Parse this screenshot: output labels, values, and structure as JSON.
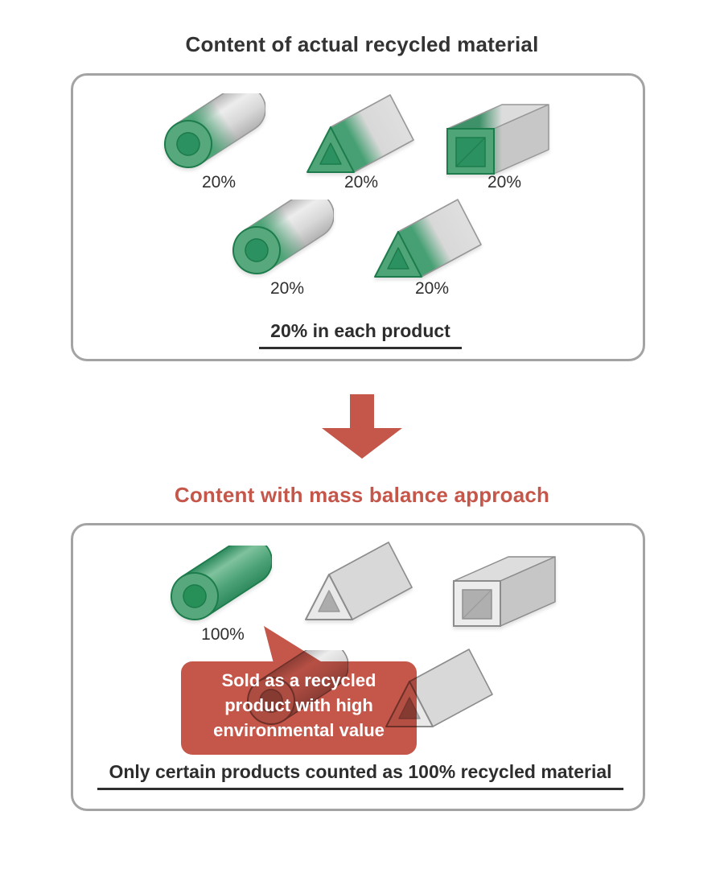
{
  "actual_section": {
    "title": "Content of actual recycled material",
    "items": [
      {
        "shape": "pipe-cylinder",
        "fill": "green-20",
        "label": "20%"
      },
      {
        "shape": "triangular-prism",
        "fill": "green-20",
        "label": "20%"
      },
      {
        "shape": "square-tube",
        "fill": "green-20",
        "label": "20%"
      },
      {
        "shape": "pipe-cylinder",
        "fill": "green-20",
        "label": "20%"
      },
      {
        "shape": "triangular-prism",
        "fill": "green-20",
        "label": "20%"
      }
    ],
    "caption": "20% in each product"
  },
  "flow_arrow": {
    "direction": "down",
    "color": "#C5564A"
  },
  "mass_balance_section": {
    "title": "Content with mass balance approach",
    "items": [
      {
        "shape": "pipe-cylinder",
        "fill": "green-100",
        "label": "100%"
      },
      {
        "shape": "triangular-prism",
        "fill": "gray"
      },
      {
        "shape": "square-tube",
        "fill": "gray"
      },
      {
        "shape": "pipe-cylinder",
        "fill": "gray"
      },
      {
        "shape": "triangular-prism",
        "fill": "gray"
      }
    ],
    "callout": {
      "lines": [
        "Sold as a recycled",
        "product with high",
        "environmental value"
      ],
      "color": "#C5564A"
    },
    "caption": "Only certain products counted as 100% recycled material"
  },
  "colors": {
    "green": "#4FA478",
    "green_dark": "#1D7C4B",
    "gray": "#D9D9D9",
    "red_accent": "#C5564A",
    "text": "#2F2F2F",
    "box_border": "#A3A3A3"
  }
}
